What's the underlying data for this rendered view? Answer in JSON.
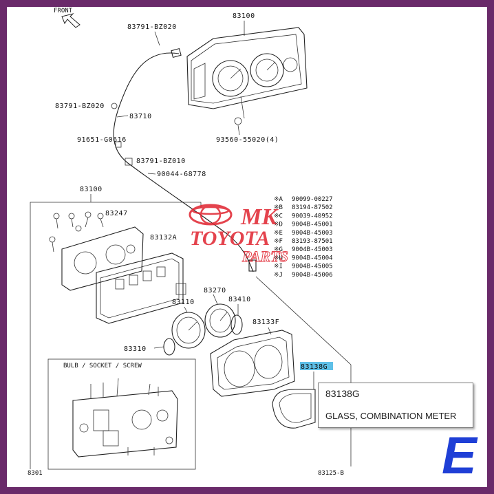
{
  "diagram": {
    "front_label": "FRONT",
    "labels": {
      "p83100_top": "83100",
      "p83791_a": "83791-BZ020",
      "p83791_b": "83791-BZ020",
      "p83710": "83710",
      "p91651": "91651-G0616",
      "p83791_c": "83791-BZ010",
      "p90044": "90044-68778",
      "p93560": "93560-55020(4)",
      "p83100_box": "83100",
      "p83247": "83247",
      "p83132a": "83132A",
      "p83270": "83270",
      "p83410": "83410",
      "p83110": "83110",
      "p83133f": "83133F",
      "p83310": "83310",
      "p83138g": "83138G",
      "bulb_header": "BULB / SOCKET / SCREW",
      "p8301": "8301",
      "p83125": "83125-B"
    },
    "legend": [
      {
        "key": "※A",
        "part": "90099-00227"
      },
      {
        "key": "※B",
        "part": "83194-87502"
      },
      {
        "key": "※C",
        "part": "90039-40952"
      },
      {
        "key": "※D",
        "part": "9004B-45001"
      },
      {
        "key": "※E",
        "part": "9004B-45003"
      },
      {
        "key": "※F",
        "part": "83193-87501"
      },
      {
        "key": "※G",
        "part": "9004B-45003"
      },
      {
        "key": "※H",
        "part": "9004B-45004"
      },
      {
        "key": "※I",
        "part": "9004B-45005"
      },
      {
        "key": "※J",
        "part": "9004B-45006"
      }
    ],
    "watermark": {
      "line1": "MK",
      "line2": "TOYOTA",
      "line3": "PARTS"
    },
    "colors": {
      "watermark": "#e0232f",
      "highlight": "#5fc0e8",
      "frame": "#6a2a6a",
      "badge": "#1f3fd6"
    }
  },
  "tooltip": {
    "part_number": "83138G",
    "description": "GLASS, COMBINATION METER"
  },
  "badge": {
    "letter": "E"
  }
}
